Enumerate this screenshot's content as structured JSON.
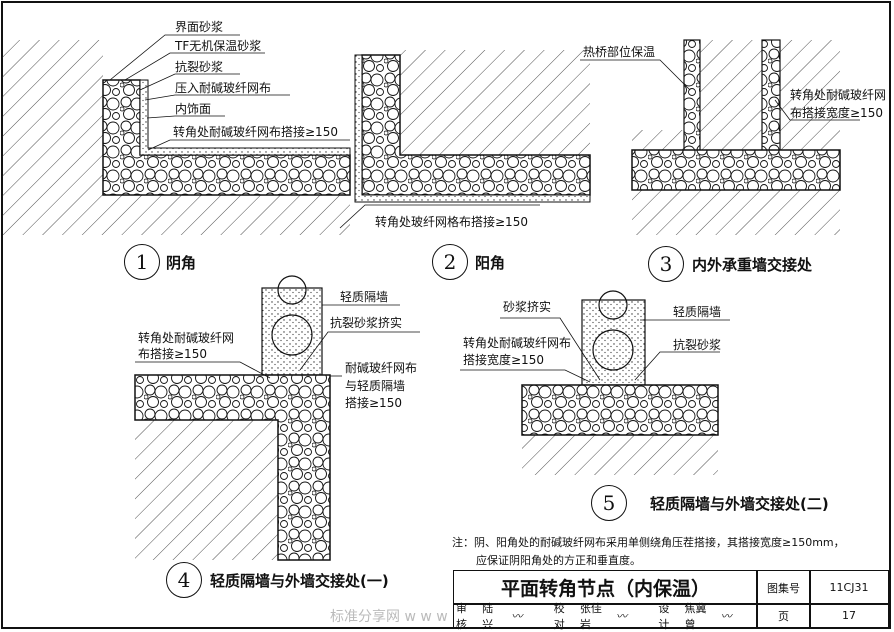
{
  "details": [
    {
      "number": "1",
      "caption": "阴角",
      "labels": [
        "界面砂浆",
        "TF无机保温砂浆",
        "抗裂砂浆",
        "压入耐碱玻纤网布",
        "内饰面",
        "转角处耐碱玻纤网布搭接≥150"
      ]
    },
    {
      "number": "2",
      "caption": "阳角",
      "labels": [
        "转角处玻纤网格布搭接≥150"
      ]
    },
    {
      "number": "3",
      "caption": "内外承重墙交接处",
      "labels": [
        "热桥部位保温",
        "转角处耐碱玻纤网",
        "布搭接宽度≥150"
      ]
    },
    {
      "number": "4",
      "caption": "轻质隔墙与外墙交接处(一)",
      "labels": [
        "轻质隔墙",
        "抗裂砂浆挤实",
        "转角处耐碱玻纤网",
        "布搭接≥150",
        "耐碱玻纤网布",
        "与轻质隔墙",
        "搭接≥150"
      ]
    },
    {
      "number": "5",
      "caption": "轻质隔墙与外墙交接处(二)",
      "labels": [
        "砂浆挤实",
        "转角处耐碱玻纤网布",
        "搭接宽度≥150",
        "轻质隔墙",
        "抗裂砂浆"
      ]
    }
  ],
  "note": {
    "line1": "注：阴、阳角处的耐碱玻纤网布采用单侧绕角压茬搭接，其搭接宽度≥150mm，",
    "line2": "应保证阴阳角处的方正和垂直度。"
  },
  "title_block": {
    "title": "平面转角节点（内保温）",
    "atlas_label": "图集号",
    "atlas_no": "11CJ31",
    "review_label": "审核",
    "reviewer": "陆  兴",
    "check_label": "校对",
    "checker": "张佳岩",
    "design_label": "设计",
    "designer": "焦冀曾",
    "page_label": "页",
    "page_no": "17"
  },
  "watermark": "标准分享网 w w w"
}
